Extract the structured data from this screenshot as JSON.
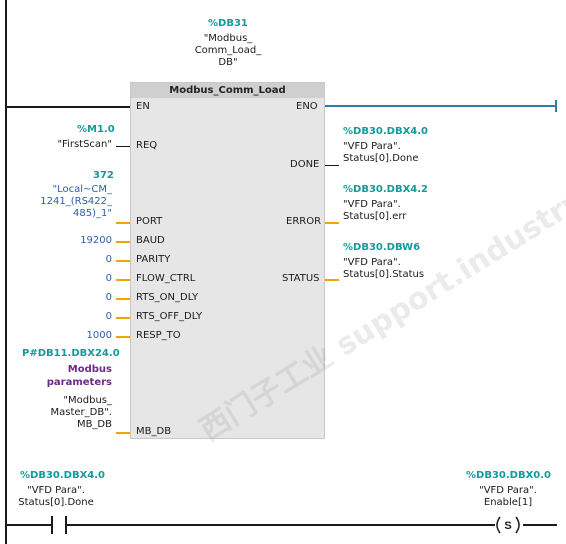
{
  "block": {
    "instance_addr": "%DB31",
    "instance_name": "\"Modbus_\nComm_Load_\nDB\"",
    "title": "Modbus_Comm_Load"
  },
  "pins_in": {
    "en": "EN",
    "req": "REQ",
    "port": "PORT",
    "baud": "BAUD",
    "parity": "PARITY",
    "flow_ctrl": "FLOW_CTRL",
    "rts_on_dly": "RTS_ON_DLY",
    "rts_off_dly": "RTS_OFF_DLY",
    "resp_to": "RESP_TO",
    "mb_db": "MB_DB"
  },
  "pins_out": {
    "eno": "ENO",
    "done": "DONE",
    "error": "ERROR",
    "status": "STATUS"
  },
  "inputs": {
    "req_addr": "%M1.0",
    "req_sym": "\"FirstScan\"",
    "port_val": "372",
    "port_sym": "\"Local~CM_\n1241_(RS422_\n485)_1\"",
    "baud_val": "19200",
    "parity_val": "0",
    "flow_val": "0",
    "rts_on_val": "0",
    "rts_off_val": "0",
    "resp_val": "1000",
    "mb_addr": "P#DB11.DBX24.0",
    "mb_purple": "Modbus\nparameters",
    "mb_sym": "\"Modbus_\nMaster_DB\".\nMB_DB"
  },
  "outputs": {
    "done_addr": "%DB30.DBX4.0",
    "done_sym": "\"VFD Para\".\nStatus[0].Done",
    "error_addr": "%DB30.DBX4.2",
    "error_sym": "\"VFD Para\".\nStatus[0].err",
    "status_addr": "%DB30.DBW6",
    "status_sym": "\"VFD Para\".\nStatus[0].Status"
  },
  "rung2": {
    "contact_addr": "%DB30.DBX4.0",
    "contact_sym": "\"VFD Para\".\nStatus[0].Done",
    "coil_addr": "%DB30.DBX0.0",
    "coil_sym": "\"VFD Para\".\nEnable[1]",
    "coil_type": "S"
  },
  "watermark": "西门子工业 support.industry.siemens.com"
}
